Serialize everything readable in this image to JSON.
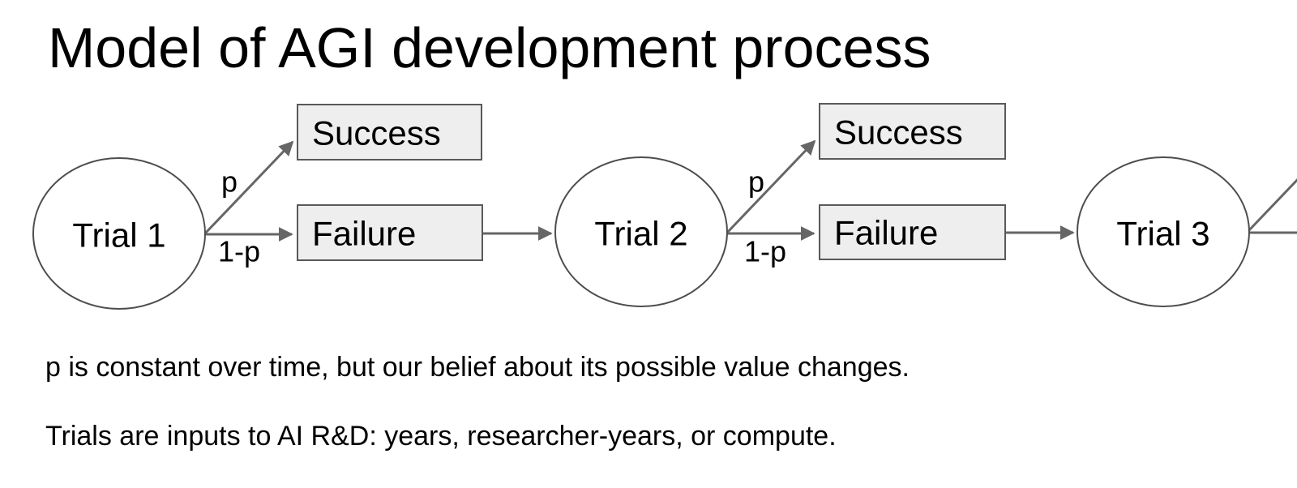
{
  "title": "Model of AGI development process",
  "diagram": {
    "stages": [
      {
        "trial_label": "Trial 1",
        "success_label": "Success",
        "failure_label": "Failure",
        "p_label": "p",
        "one_minus_p_label": "1-p"
      },
      {
        "trial_label": "Trial 2",
        "success_label": "Success",
        "failure_label": "Failure",
        "p_label": "p",
        "one_minus_p_label": "1-p"
      },
      {
        "trial_label": "Trial 3"
      }
    ]
  },
  "notes": {
    "line1": "p is constant over time, but our belief about its possible value changes.",
    "line2": "Trials are inputs to AI R&D: years, researcher-years, or compute."
  },
  "colors": {
    "background": "#ffffff",
    "text": "#000000",
    "box_fill": "#eeeeee",
    "box_border": "#595959",
    "ellipse_stroke": "#4d4d4d",
    "arrow_line": "#666666"
  }
}
